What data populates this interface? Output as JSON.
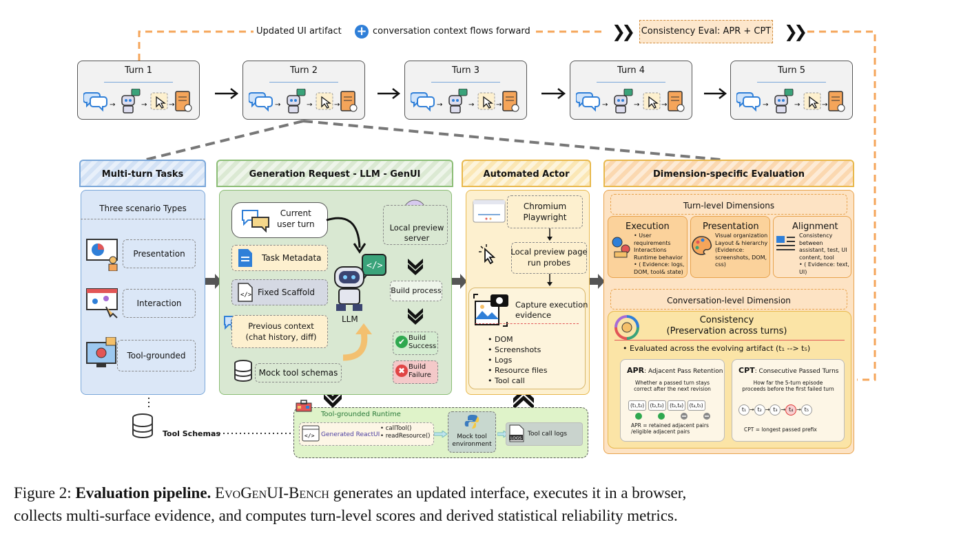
{
  "top_flow": {
    "label_left": "Updated UI artifact",
    "label_right": "conversation context flows forward",
    "consistency": "Consistency Eval: APR + CPT"
  },
  "turns": [
    "Turn 1",
    "Turn 2",
    "Turn 3",
    "Turn 4",
    "Turn 5"
  ],
  "multi_turn": {
    "title": "Multi-turn Tasks",
    "subtitle": "Three scenario Types",
    "items": [
      "Presentation",
      "Interaction",
      "Tool-grounded"
    ]
  },
  "generation": {
    "title": "Generation Request - LLM - GenUI",
    "current_turn": "Current\nuser turn",
    "task_metadata": "Task Metadata",
    "fixed_scaffold": "Fixed Scaffold",
    "previous_context": "Previous context\n(chat history, diff)",
    "mock_schemas": "Mock tool schemas",
    "llm": "LLM",
    "preview_server": "Local preview\nserver",
    "build_process": "Build process",
    "build_success": "Build\nSuccess",
    "build_failure": "Build\nFailure"
  },
  "actor": {
    "title": "Automated Actor",
    "chromium": "Chromium\nPlaywright",
    "probes": "Local preview page\nrun probes",
    "capture": "Capture execution\nevidence",
    "evidence": [
      "DOM",
      "Screenshots",
      "Logs",
      "Resource files",
      "Tool call"
    ]
  },
  "evaluation": {
    "title": "Dimension-specific Evaluation",
    "turn_level": "Turn-level Dimensions",
    "execution": {
      "title": "Execution",
      "items": [
        "User requirements",
        "Interactions",
        "Runtime behavior",
        "( Evidence: logs, DOM, tool& state)"
      ]
    },
    "presentation": {
      "title": "Presentation",
      "items": [
        "Visual organization",
        "Layout & hierarchy",
        "(Evidence:",
        "screenshots, DOM,",
        "css)"
      ]
    },
    "alignment": {
      "title": "Alignment",
      "items": [
        "Consistency between",
        "assistant, test, UI",
        "content, tool",
        "( Evidence: text,",
        "UI)"
      ]
    },
    "conv_level": "Conversation-level Dimension",
    "consistency_title": "Consistency\n(Preservation across turns)",
    "evaluated_across": "Evaluated across the evolving artifact (t₁ --> t₅)",
    "apr": {
      "abbr": "APR",
      "name": ": Adjacent Pass Retention",
      "desc": "Whether a passed turn stays correct after the next revision",
      "pairs": [
        "(t₁,t₂)",
        "(t₂,t₃)",
        "(t₃,t₄)",
        "(t₄,t₅)"
      ],
      "formula": "APR = retained adjacent pairs\n/eligible adjacent pairs"
    },
    "cpt": {
      "abbr": "CPT",
      "name": ": Consecutive Passed Turns",
      "desc": "How far the 5-turn episode proceeds before the first failed turn",
      "turns": [
        "t₁",
        "t₂",
        "t₃",
        "t₄",
        "t₅"
      ],
      "formula": "CPT = longest passed prefix"
    }
  },
  "runtime": {
    "title": "Tool-grounded Runtime",
    "generated": "Generated ReactUI",
    "calls": [
      "callTool()",
      "readResource()"
    ],
    "mock_env": "Mock tool\nenvironment",
    "logs": "Tool call logs",
    "tool_schemas": "Tool Schemas"
  },
  "caption": {
    "prefix": "Figure 2:",
    "bold": "Evaluation pipeline.",
    "bench": "EvoGenUI-Bench",
    "rest1": " generates an updated interface, executes it in a browser,",
    "rest2": "collects multi-surface evidence, and computes turn-level scores and derived statistical reliability metrics."
  },
  "colors": {
    "orange": "#f5a55a",
    "blue_panel": "#dbe7f7",
    "green_panel": "#d9e8d2",
    "yellow_panel": "#fdf0cf",
    "orange_panel": "#fde3c4"
  }
}
